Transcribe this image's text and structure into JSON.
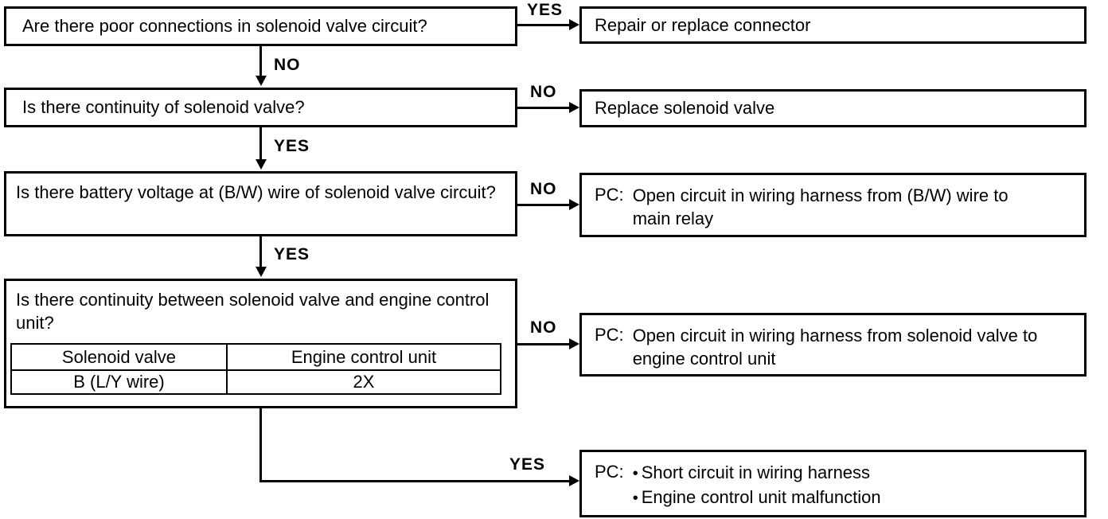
{
  "nodes": {
    "q1": {
      "text": "Are there poor connections in solenoid valve circuit?"
    },
    "q2": {
      "text": "Is there continuity of solenoid valve?"
    },
    "q3": {
      "text": "Is there battery voltage at (B/W) wire of solenoid valve circuit?"
    },
    "q4": {
      "text": "Is there continuity between solenoid valve and engine control unit?",
      "table": {
        "headers": [
          "Solenoid valve",
          "Engine control unit"
        ],
        "rows": [
          [
            "B (L/Y wire)",
            "2X"
          ]
        ]
      }
    },
    "r1": {
      "text": "Repair or replace connector"
    },
    "r2": {
      "text": "Replace solenoid valve"
    },
    "r3": {
      "prefix": "PC:",
      "text": "Open circuit in wiring harness from (B/W) wire to main relay"
    },
    "r4": {
      "prefix": "PC:",
      "text": "Open circuit in wiring harness from solenoid valve to engine control unit"
    },
    "r5": {
      "prefix": "PC:",
      "bullet_char": "•",
      "bullets": [
        "Short circuit in wiring harness",
        "Engine control unit malfunction"
      ]
    }
  },
  "labels": {
    "q1_yes": "YES",
    "q1_no": "NO",
    "q2_no": "NO",
    "q2_yes": "YES",
    "q3_no": "NO",
    "q3_yes": "YES",
    "q4_no": "NO",
    "q4_yes": "YES"
  }
}
